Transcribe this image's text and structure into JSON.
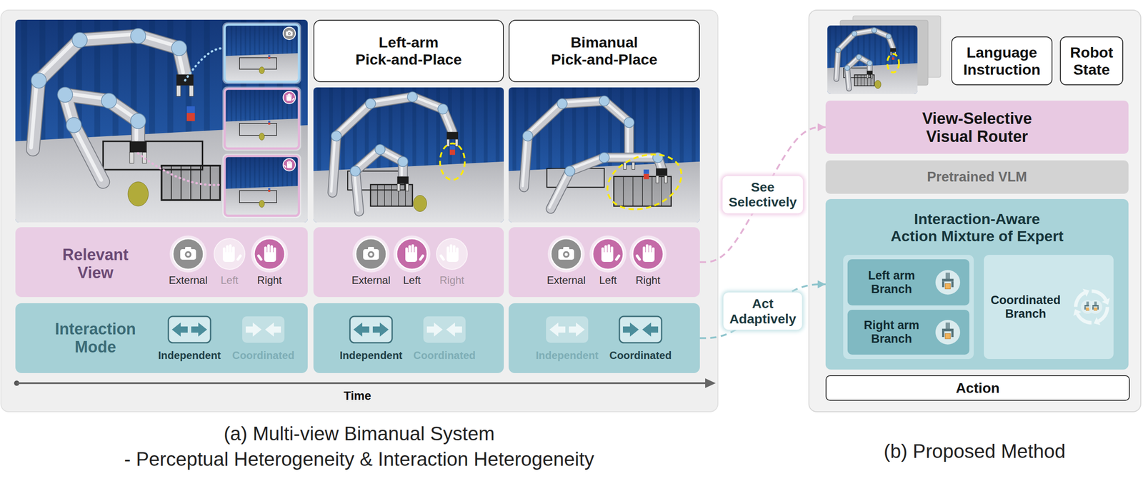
{
  "diagram": {
    "nodes": [
      {
        "text": [
          "(a) Multi-view Bimanual System",
          "- Perceptual Heterogeneity & Interaction Heterogeneity"
        ]
      },
      {
        "text": [
          "Left-arm Pick-and-Place"
        ],
        "in": 0
      },
      {
        "text": [
          "Bimanual Pick-and-Place"
        ],
        "in": 0
      },
      {
        "text": [
          "Relevant View",
          "External",
          "Left",
          "Right"
        ],
        "in": 0
      },
      {
        "text": [
          "External",
          "Left",
          "Right"
        ],
        "in": 0
      },
      {
        "text": [
          "External",
          "Left",
          "Right"
        ],
        "in": 0
      },
      {
        "text": [
          "Interaction Mode",
          "Independent",
          "Coordinated"
        ],
        "in": 0
      },
      {
        "text": [
          "Independent",
          "Coordinated"
        ],
        "in": 0
      },
      {
        "text": [
          "Independent",
          "Coordinated"
        ],
        "in": 0
      },
      {
        "text": [
          "(b) Proposed Method"
        ]
      },
      {
        "text": [
          "Language Instruction"
        ],
        "in": 9
      },
      {
        "text": [
          "Robot State"
        ],
        "in": 9
      },
      {
        "text": [
          "View-Selective Visual Router"
        ],
        "in": 9
      },
      {
        "text": [
          "Pretrained VLM"
        ],
        "in": 9
      },
      {
        "text": [
          "Interaction-Aware Action Mixture of Expert"
        ],
        "in": 9
      },
      {
        "text": [
          "Left arm Branch"
        ],
        "in": 14
      },
      {
        "text": [
          "Right arm Branch"
        ],
        "in": 14
      },
      {
        "text": [
          "Coordinated Branch"
        ],
        "in": 14
      },
      {
        "text": [
          "Action"
        ],
        "in": 9
      }
    ],
    "edges": [
      {
        "from": 5,
        "to": 12,
        "label": "See Selectively",
        "arrow": "to"
      },
      {
        "from": 8,
        "to": 14,
        "label": "Act Adaptively",
        "arrow": "to"
      }
    ],
    "labels": [
      "Time"
    ]
  }
}
